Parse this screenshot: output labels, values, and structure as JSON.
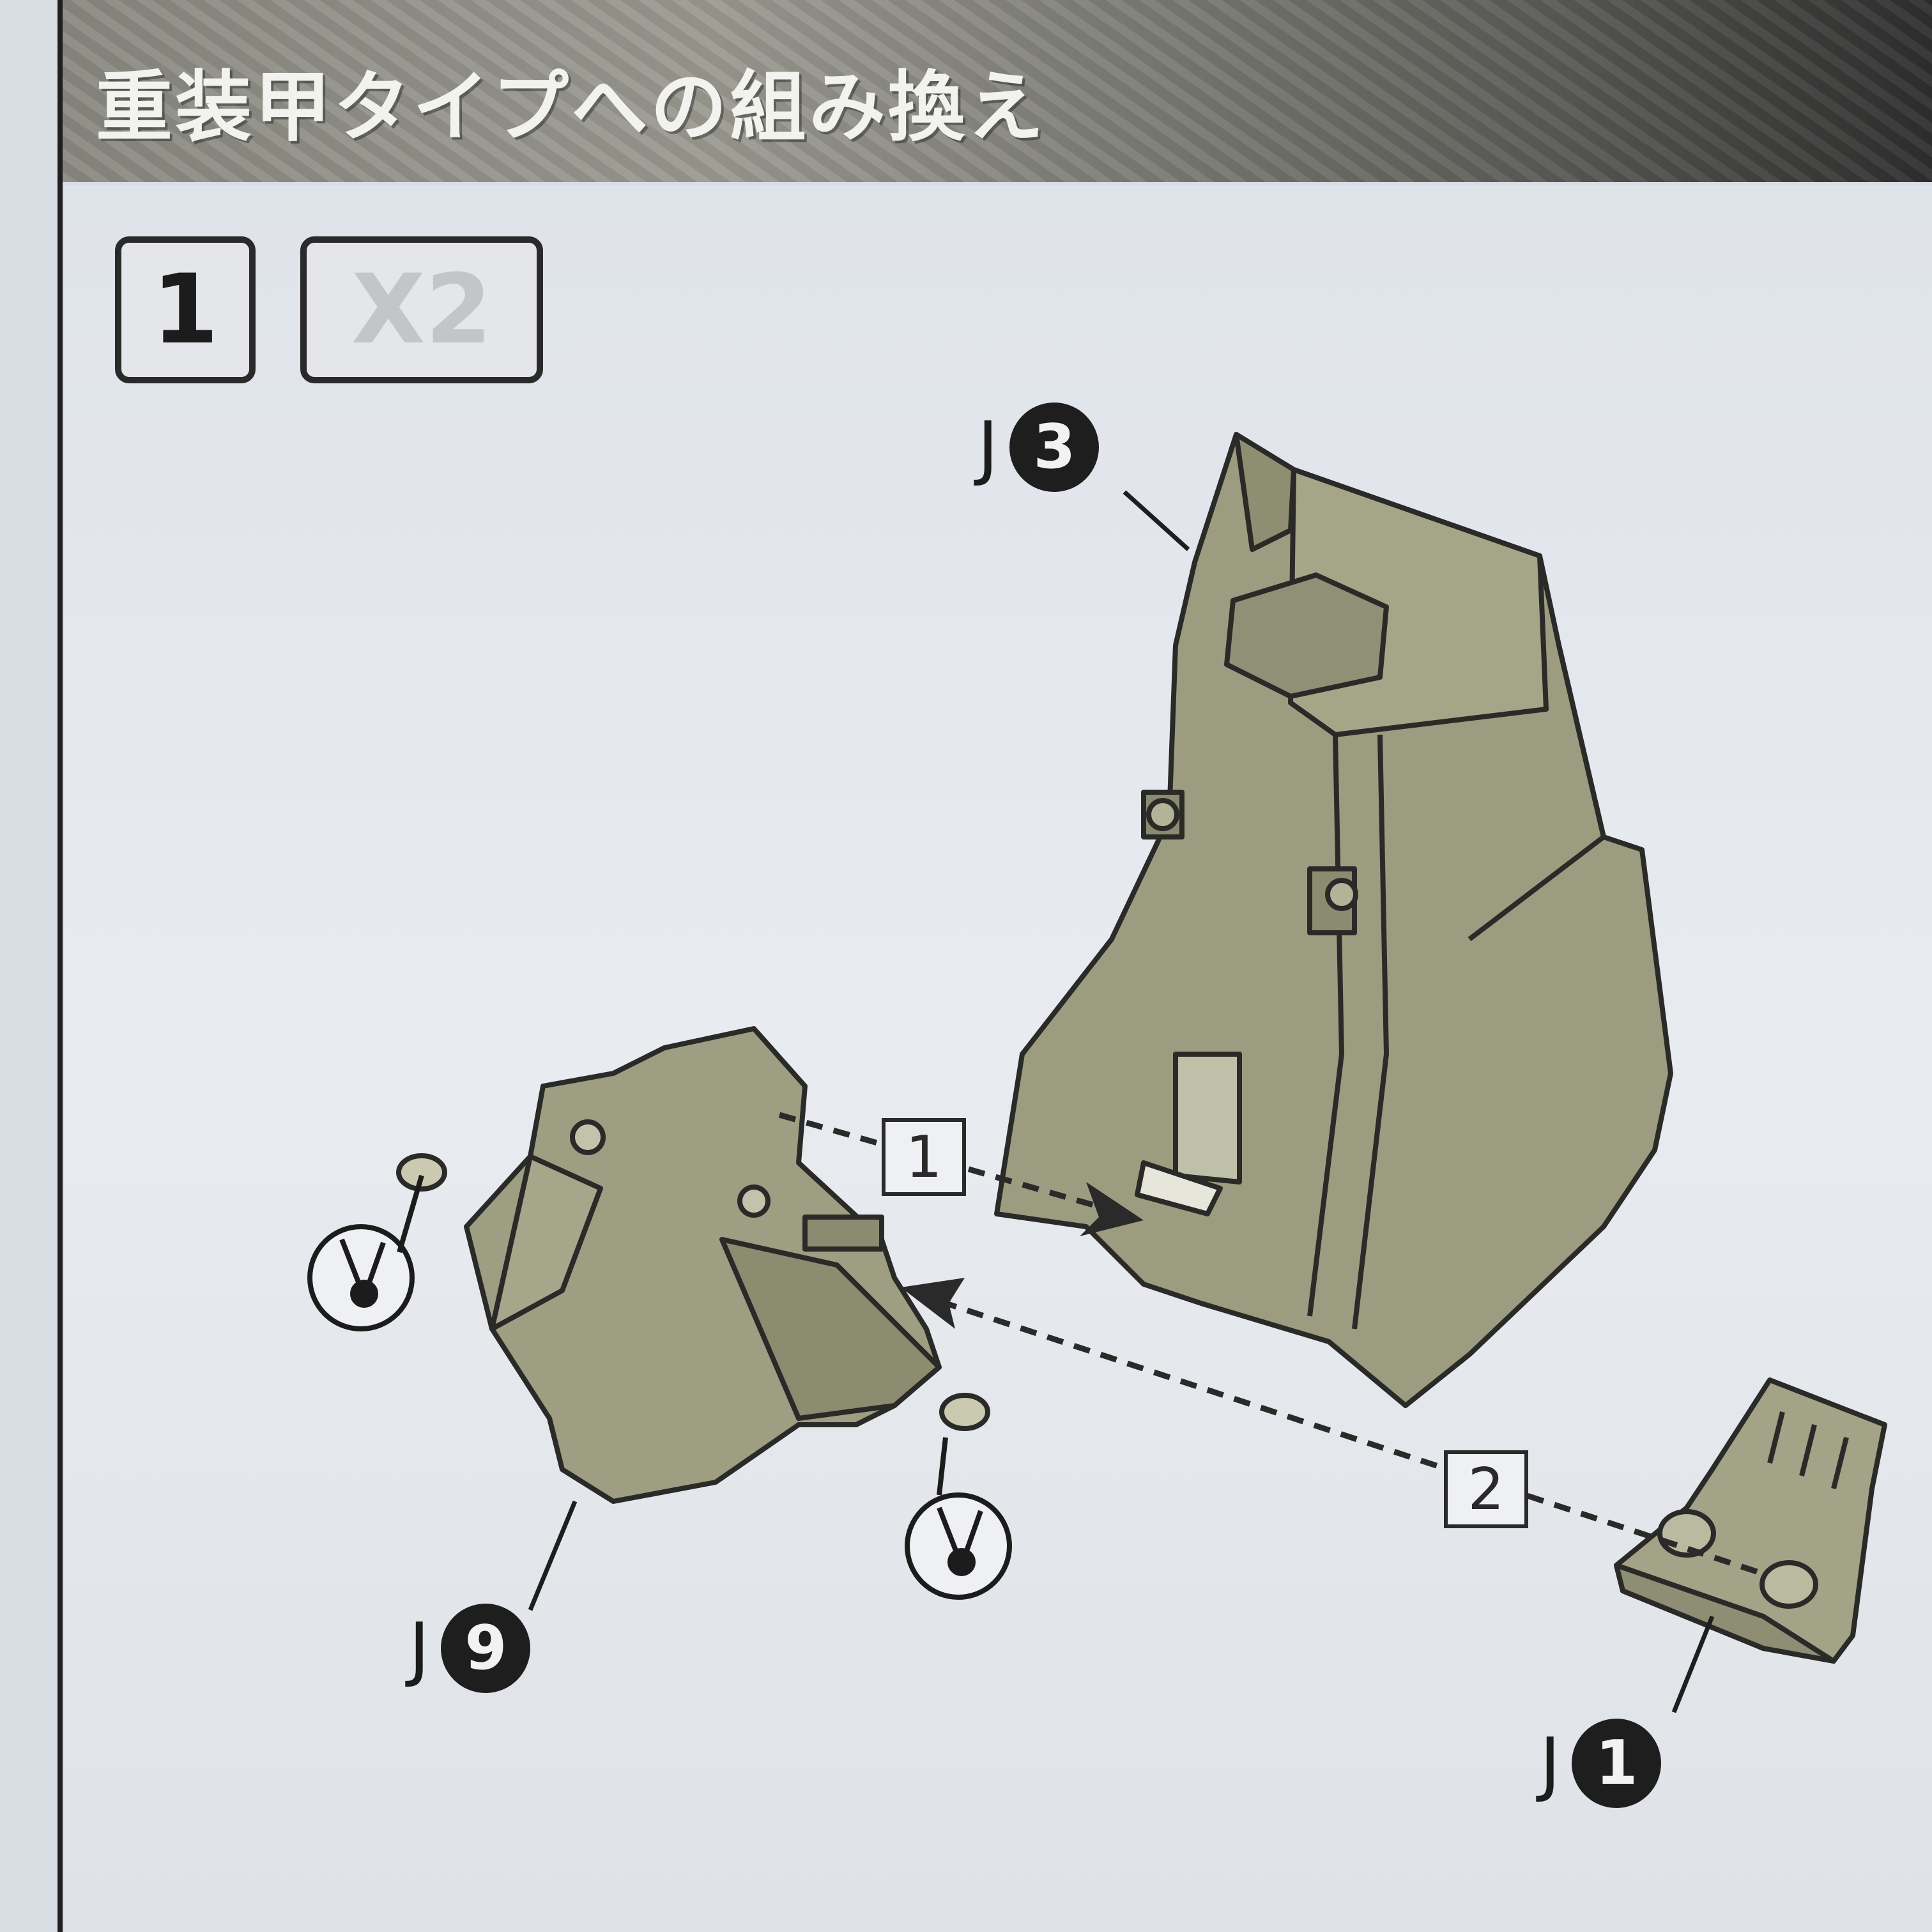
{
  "header": {
    "title": "重装甲タイプへの組み換え"
  },
  "step": {
    "number": "1",
    "quantity": "X2"
  },
  "diagram": {
    "step_markers": [
      "1",
      "2"
    ],
    "parts": [
      {
        "letter": "J",
        "number": "3"
      },
      {
        "letter": "J",
        "number": "9"
      },
      {
        "letter": "J",
        "number": "1"
      }
    ],
    "icons": [
      "nipper-cut-icon",
      "nipper-cut-icon"
    ]
  }
}
